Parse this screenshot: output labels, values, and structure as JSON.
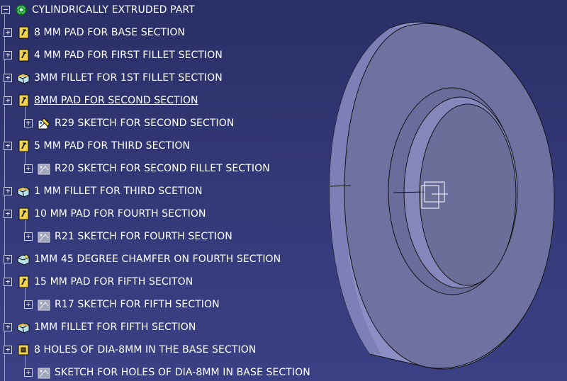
{
  "tree": {
    "root_label": "CYLINDRICALLY EXTRUDED PART",
    "items": [
      {
        "label": "8 MM PAD FOR BASE SECTION",
        "icon": "pad-icon",
        "level": 1
      },
      {
        "label": "4 MM PAD FOR FIRST FILLET SECTION",
        "icon": "pad-icon",
        "level": 1
      },
      {
        "label": "3MM FILLET FOR 1ST FILLET SECTION",
        "icon": "fillet-icon",
        "level": 1
      },
      {
        "label": "8MM PAD FOR SECOND SECTION",
        "icon": "pad-icon",
        "level": 1,
        "underlined": true
      },
      {
        "label": "R29 SKETCH FOR SECOND SECTION",
        "icon": "sketch-icon",
        "level": 2
      },
      {
        "label": "5 MM PAD FOR THIRD SECTION",
        "icon": "pad-icon",
        "level": 1
      },
      {
        "label": "R20 SKETCH FOR SECOND FILLET SECTION",
        "icon": "sketch-faded-icon",
        "level": 2
      },
      {
        "label": "1 MM FILLET FOR THIRD SCETION",
        "icon": "fillet-icon",
        "level": 1
      },
      {
        "label": "10 MM PAD FOR FOURTH SECTION",
        "icon": "pad-icon",
        "level": 1
      },
      {
        "label": "R21 SKETCH FOR FOURTH SECTION",
        "icon": "sketch-faded-icon",
        "level": 2
      },
      {
        "label": "1MM 45 DEGREE CHAMFER ON FOURTH SECTION",
        "icon": "chamfer-icon",
        "level": 1
      },
      {
        "label": "15 MM PAD FOR FIFTH SECITON",
        "icon": "pad-icon",
        "level": 1
      },
      {
        "label": "R17 SKETCH FOR FIFTH SECTION",
        "icon": "sketch-faded-icon",
        "level": 2
      },
      {
        "label": "1MM FILLET FOR FIFTH SECTION",
        "icon": "fillet-icon",
        "level": 1
      },
      {
        "label": "8 HOLES OF DIA-8MM IN THE BASE SECTION",
        "icon": "hole-icon",
        "level": 1
      },
      {
        "label": "SKETCH FOR HOLES OF DIA-8MM IN BASE SECTION",
        "icon": "sketch-faded-icon",
        "level": 2
      }
    ]
  },
  "colors": {
    "background_top": "#2b2f67",
    "background_bottom": "#3a4084",
    "part_face": "#6c6e9a",
    "part_rim": "#8c8ec4",
    "edge": "#141414"
  }
}
